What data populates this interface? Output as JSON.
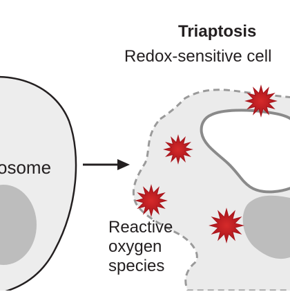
{
  "title": "Triaptosis",
  "subtitle": "Redox-sensitive cell",
  "left_cell_label": "osome",
  "ros_label": [
    "Reactive",
    "oxygen",
    "species"
  ],
  "colors": {
    "cell_fill": "#ededed",
    "cell_stroke": "#231f20",
    "nucleus_fill": "#b9b9b9",
    "dashed_membrane": "#9a9a9a",
    "organelle": "#8a8a8a",
    "ros_outer": "#a8151c",
    "ros_inner": "#d62a2a",
    "text": "#231f20"
  },
  "icons": {
    "arrow": "arrow-right-icon",
    "ros_burst": "starburst-icon"
  }
}
